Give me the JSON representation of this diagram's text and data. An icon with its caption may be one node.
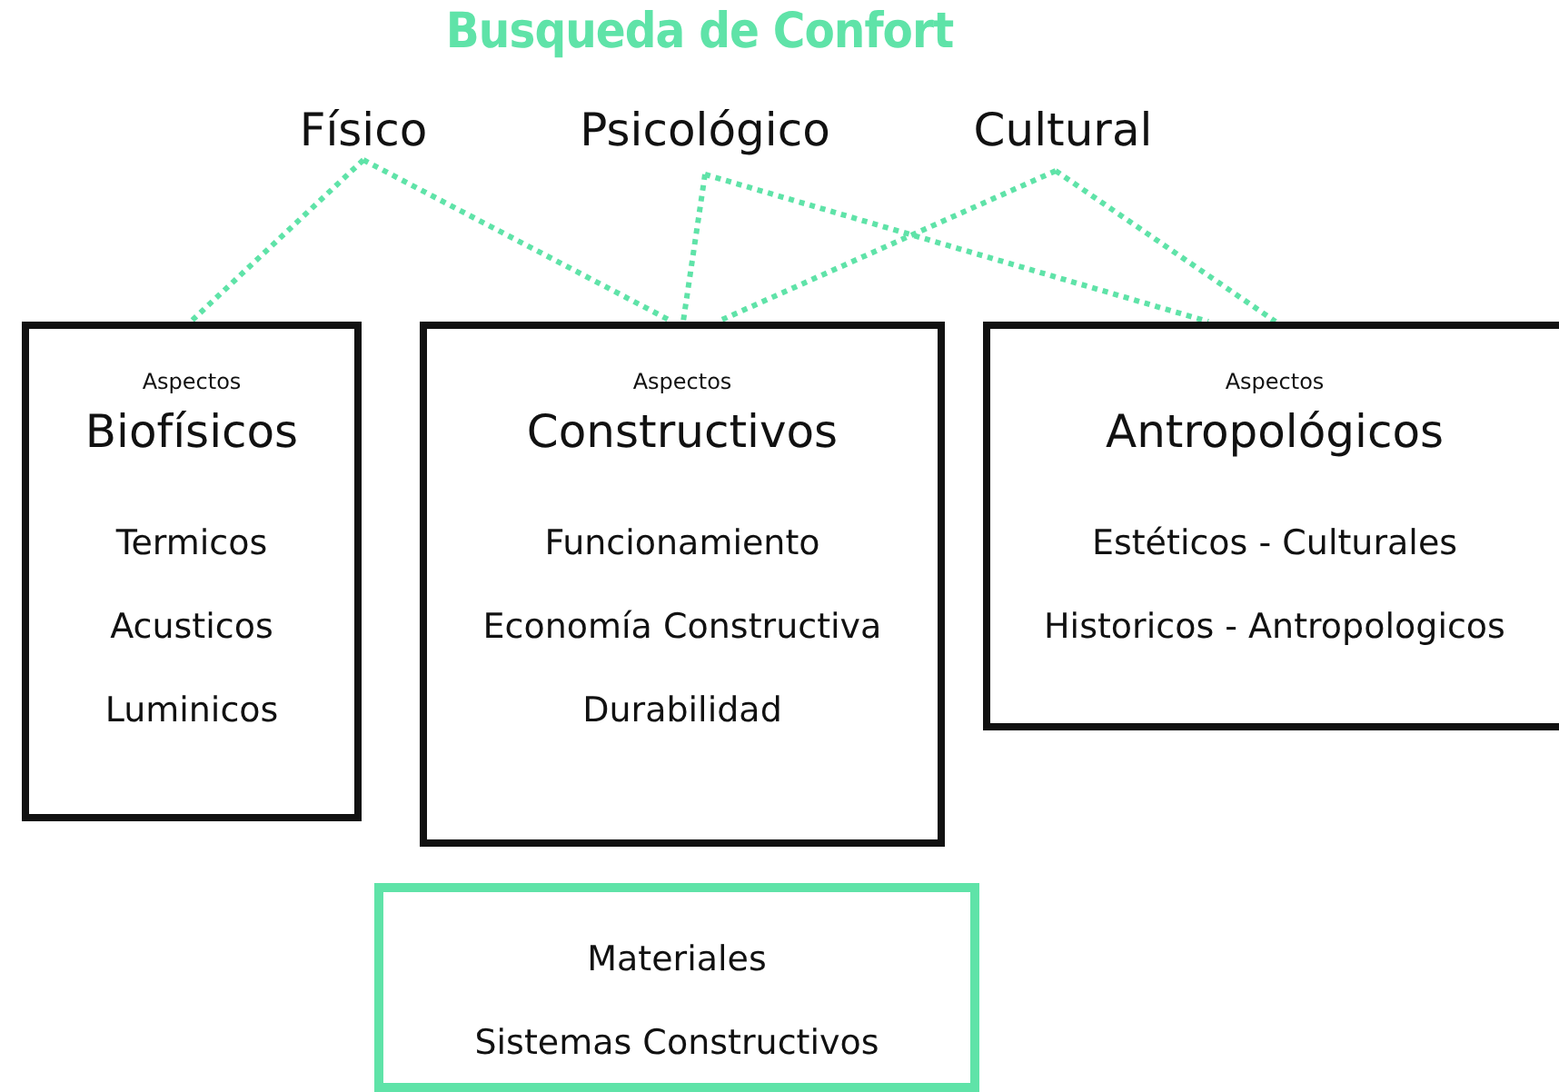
{
  "diagram": {
    "title": "Busqueda de Confort",
    "nodes": [
      {
        "text": [
          "Físico"
        ]
      },
      {
        "text": [
          "Psicológico"
        ]
      },
      {
        "text": [
          "Cultural"
        ]
      },
      {
        "text": [
          "Aspectos",
          "Biofísicos",
          "Termicos",
          "Acusticos",
          "Luminicos"
        ]
      },
      {
        "text": [
          "Aspectos",
          "Constructivos",
          "Funcionamiento",
          "Economía Constructiva",
          "Durabilidad"
        ]
      },
      {
        "text": [
          "Aspectos",
          "Antropológicos",
          "Estéticos - Culturales",
          "Historicos - Antropologicos"
        ]
      },
      {
        "text": [
          "Materiales",
          "Sistemas Constructivos"
        ]
      }
    ],
    "edges": [
      {
        "from": 0,
        "to": 3,
        "arrow": "none",
        "style": "dashed"
      },
      {
        "from": 0,
        "to": 4,
        "arrow": "none",
        "style": "dashed"
      },
      {
        "from": 1,
        "to": 4,
        "arrow": "none",
        "style": "dashed"
      },
      {
        "from": 1,
        "to": 5,
        "arrow": "none",
        "style": "dashed"
      },
      {
        "from": 2,
        "to": 4,
        "arrow": "none",
        "style": "dashed"
      },
      {
        "from": 2,
        "to": 5,
        "arrow": "none",
        "style": "dashed"
      }
    ]
  }
}
